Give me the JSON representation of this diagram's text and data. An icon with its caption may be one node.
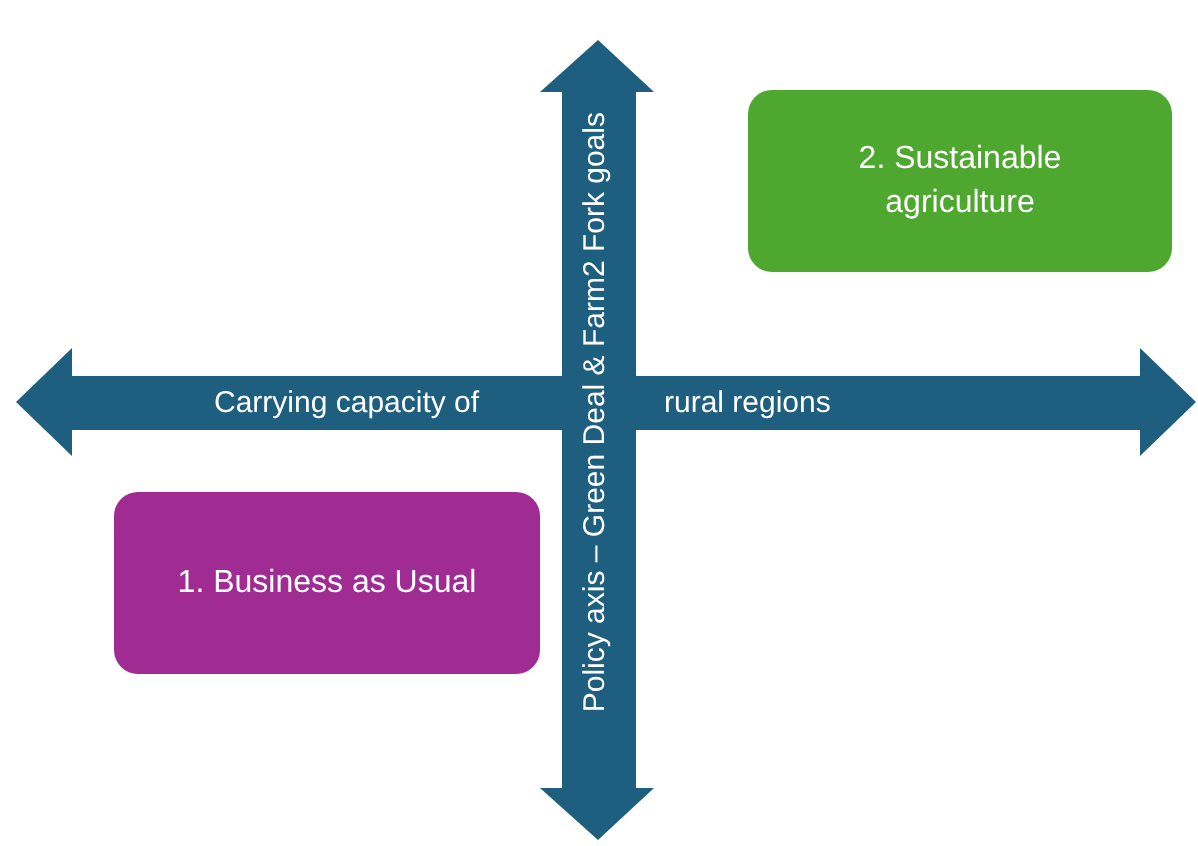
{
  "diagram": {
    "nodes": [
      {
        "text": [
          "2. Sustainable agriculture"
        ]
      },
      {
        "text": [
          "1. Business as Usual"
        ]
      }
    ],
    "labels": [
      "Carrying capacity of",
      "rural regions",
      "Policy axis – Green Deal & Farm2 Fork goals"
    ]
  }
}
